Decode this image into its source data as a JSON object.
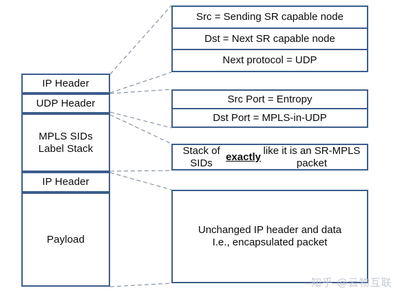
{
  "diagram": {
    "title": "MPLS-in-UDP / SR-MPLS packet encapsulation",
    "accent_border": "#3B5D8C",
    "background": "#ffffff"
  },
  "packet_stack": {
    "name": "encapsulated-packet-stack",
    "layers": [
      {
        "id": "outer-ip-header",
        "label": "IP Header"
      },
      {
        "id": "udp-header",
        "label": "UDP Header"
      },
      {
        "id": "mpls-sids-label-stack",
        "label": "MPLS SIDs\nLabel Stack"
      },
      {
        "id": "inner-ip-header",
        "label": "IP Header"
      },
      {
        "id": "payload",
        "label": "Payload"
      }
    ]
  },
  "detail_groups": [
    {
      "id": "ip-header-detail",
      "rows": [
        {
          "text": "Src = Sending SR capable node"
        },
        {
          "text": "Dst = Next SR capable node"
        },
        {
          "text": "Next protocol = UDP"
        }
      ]
    },
    {
      "id": "udp-header-detail",
      "rows": [
        {
          "text": "Src Port = Entropy"
        },
        {
          "text": "Dst Port = MPLS-in-UDP"
        }
      ]
    },
    {
      "id": "sid-stack-detail",
      "rows": [
        {
          "parts": [
            {
              "text": "Stack of SIDs ",
              "style": "normal"
            },
            {
              "text": "exactly",
              "style": "bold-underline"
            },
            {
              "text": " like it is an SR-MPLS packet",
              "style": "normal"
            }
          ]
        }
      ]
    },
    {
      "id": "payload-detail",
      "rows": [
        {
          "text": "Unchanged IP header and data\nI.e., encapsulated packet"
        }
      ]
    }
  ],
  "sid_detail_text": {
    "before": "Stack of SIDs ",
    "emphasis": "exactly",
    "after": " like it is an SR-MPLS packet"
  },
  "payload_detail_text": "Unchanged IP header and data\nI.e., encapsulated packet",
  "watermark": {
    "text": "知乎 @云物互联"
  }
}
